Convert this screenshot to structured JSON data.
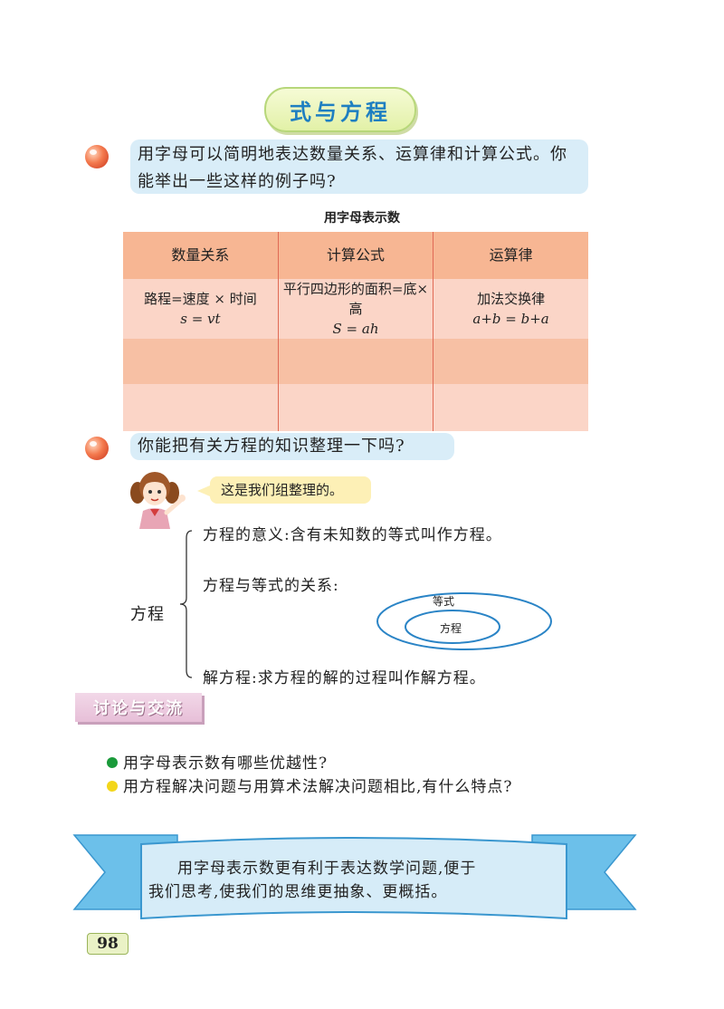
{
  "title": "式与方程",
  "q1": "用字母可以简明地表达数量关系、运算律和计算公式。你能举出一些这样的例子吗?",
  "table_caption": "用字母表示数",
  "table": {
    "headers": [
      "数量关系",
      "计算公式",
      "运算律"
    ],
    "row1": [
      {
        "name": "路程=速度 × 时间",
        "formula": "s = vt"
      },
      {
        "name": "平行四边形的面积=底×高",
        "formula": "S = ah"
      },
      {
        "name": "加法交换律",
        "formula": "a+b = b+a"
      }
    ]
  },
  "q2": "你能把有关方程的知识整理一下吗?",
  "speech": "这是我们组整理的。",
  "equation": {
    "brace_label": "方程",
    "meaning": "方程的意义:含有未知数的等式叫作方程。",
    "relation": "方程与等式的关系:",
    "outer_label": "等式",
    "inner_label": "方程",
    "solve": "解方程:求方程的解的过程叫作解方程。"
  },
  "discuss_title": "讨论与交流",
  "discuss_items": [
    {
      "text": "用字母表示数有哪些优越性?",
      "color": "#1a9a3a"
    },
    {
      "text": "用方程解决问题与用算术法解决问题相比,有什么特点?",
      "color": "#f3d61a"
    }
  ],
  "banner_line1": "用字母表示数更有利于表达数学问题,便于",
  "banner_line2": "我们思考,使我们的思维更抽象、更概括。",
  "page_number": "98"
}
